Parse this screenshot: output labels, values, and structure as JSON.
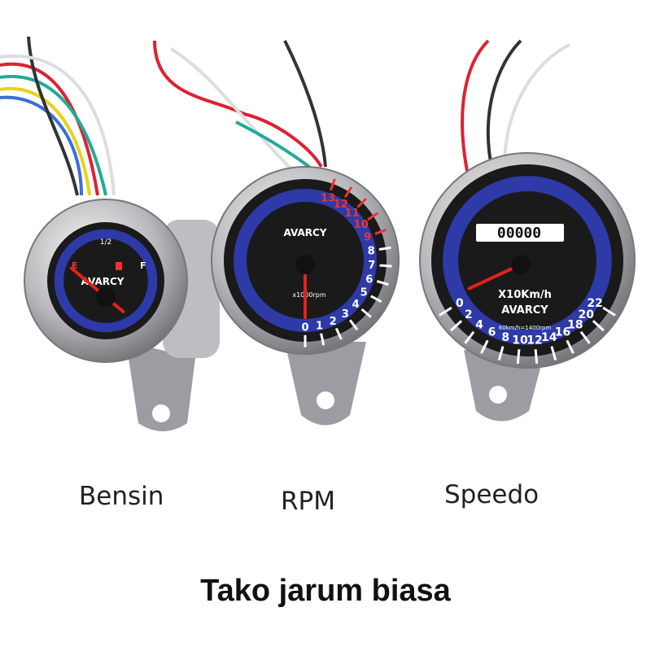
{
  "brand": "AVARCY",
  "gauges": {
    "fuel": {
      "label": "Bensin",
      "half_mark": "1/2",
      "empty_mark": "E",
      "full_mark": "F",
      "icon": "fuel-pump-icon"
    },
    "rpm": {
      "label": "RPM",
      "unit": "x1000rpm",
      "scale": [
        "0",
        "1",
        "2",
        "3",
        "4",
        "5",
        "6",
        "7",
        "8",
        "9",
        "10",
        "11",
        "12",
        "13"
      ],
      "redline_from": 9
    },
    "speedo": {
      "label": "Speedo",
      "unit": "X10Km/h",
      "note": "60km/h=1400rpm",
      "odometer": "00000",
      "scale": [
        "0",
        "2",
        "4",
        "6",
        "8",
        "10",
        "12",
        "14",
        "16",
        "18",
        "20",
        "22"
      ]
    }
  },
  "caption": "Tako jarum biasa",
  "colors": {
    "face": "#1a1a1a",
    "ring": "#2d3aa8",
    "needle": "#e0231a",
    "chrome": "#c8c8cc"
  }
}
